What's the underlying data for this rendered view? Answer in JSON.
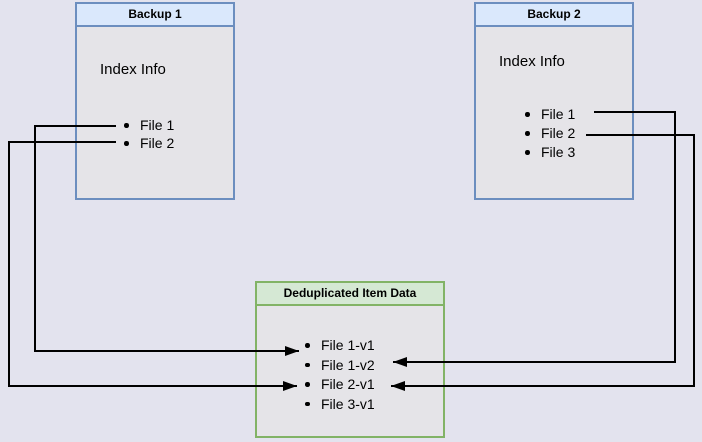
{
  "diagram": {
    "backup1": {
      "title": "Backup 1",
      "index_label": "Index Info",
      "items": [
        "File 1",
        "File 2"
      ]
    },
    "backup2": {
      "title": "Backup 2",
      "index_label": "Index Info",
      "items": [
        "File 1",
        "File 2",
        "File 3"
      ]
    },
    "dedup": {
      "title": "Deduplicated Item Data",
      "items": [
        "File 1-v1",
        "File 1-v2",
        "File 2-v1",
        "File 3-v1"
      ]
    },
    "connections": [
      {
        "from": "Backup 1 / File 1",
        "to": "Deduplicated Item Data / File 1-v1"
      },
      {
        "from": "Backup 1 / File 2",
        "to": "Deduplicated Item Data / File 2-v1"
      },
      {
        "from": "Backup 2 / File 1",
        "to": "Deduplicated Item Data / File 1-v2"
      },
      {
        "from": "Backup 2 / File 2",
        "to": "Deduplicated Item Data / File 2-v1"
      }
    ],
    "colors": {
      "canvas_bg": "#e3e3ee",
      "box_fill": "#e5e4e8",
      "backup_title_fill": "#dae8fc",
      "backup_border": "#6c8ebf",
      "dedup_title_fill": "#d5e8d4",
      "dedup_border": "#82b366",
      "connector": "#000000"
    }
  }
}
